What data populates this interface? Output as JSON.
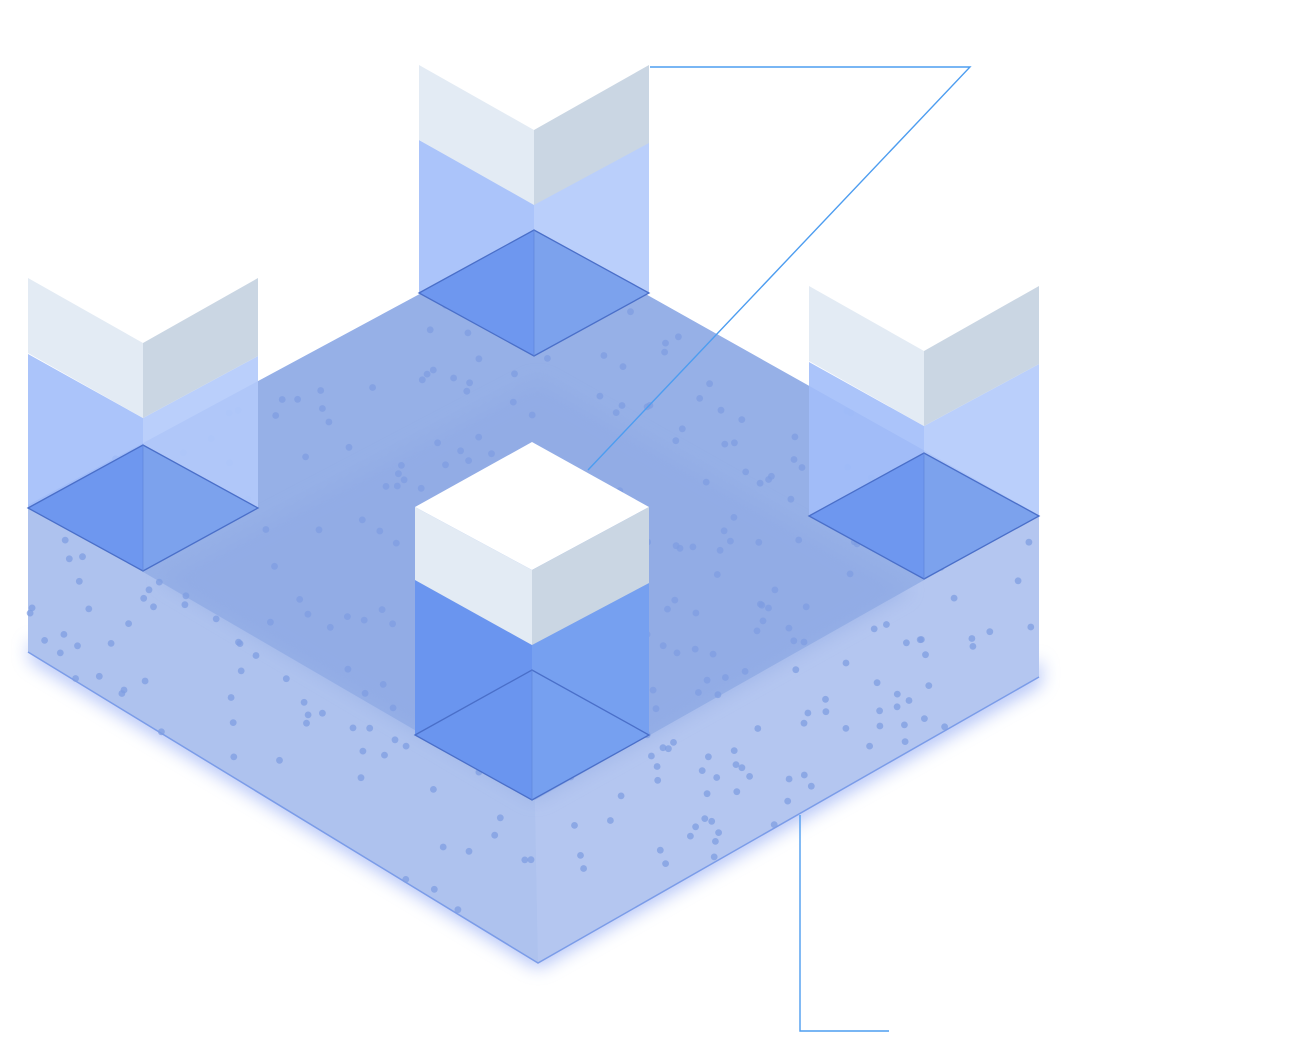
{
  "illustration": {
    "kind": "isometric-platform-with-blocks",
    "text": [],
    "colors": {
      "background": "#ffffff",
      "platform_side": "#b1c4ef",
      "platform_top": "#96b0e7",
      "platform_edge": "#7b9ce8",
      "platform_dots": "#7f9ee2",
      "block_glass_left": "#a2bef9",
      "block_glass_right": "#b3cafb",
      "block_base_left": "#6994ee",
      "block_base_right": "#779eec",
      "block_outline": "#4a6fc9",
      "cap_top": "#ffffff",
      "cap_left": "#e3ebf4",
      "cap_right": "#cad6e3",
      "leader_line": "#4d9df0"
    },
    "blocks": [
      {
        "name": "left-block"
      },
      {
        "name": "back-block"
      },
      {
        "name": "right-block"
      },
      {
        "name": "center-block"
      }
    ],
    "leaders": [
      {
        "name": "upper-leader-line"
      },
      {
        "name": "lower-leader-line"
      }
    ]
  }
}
